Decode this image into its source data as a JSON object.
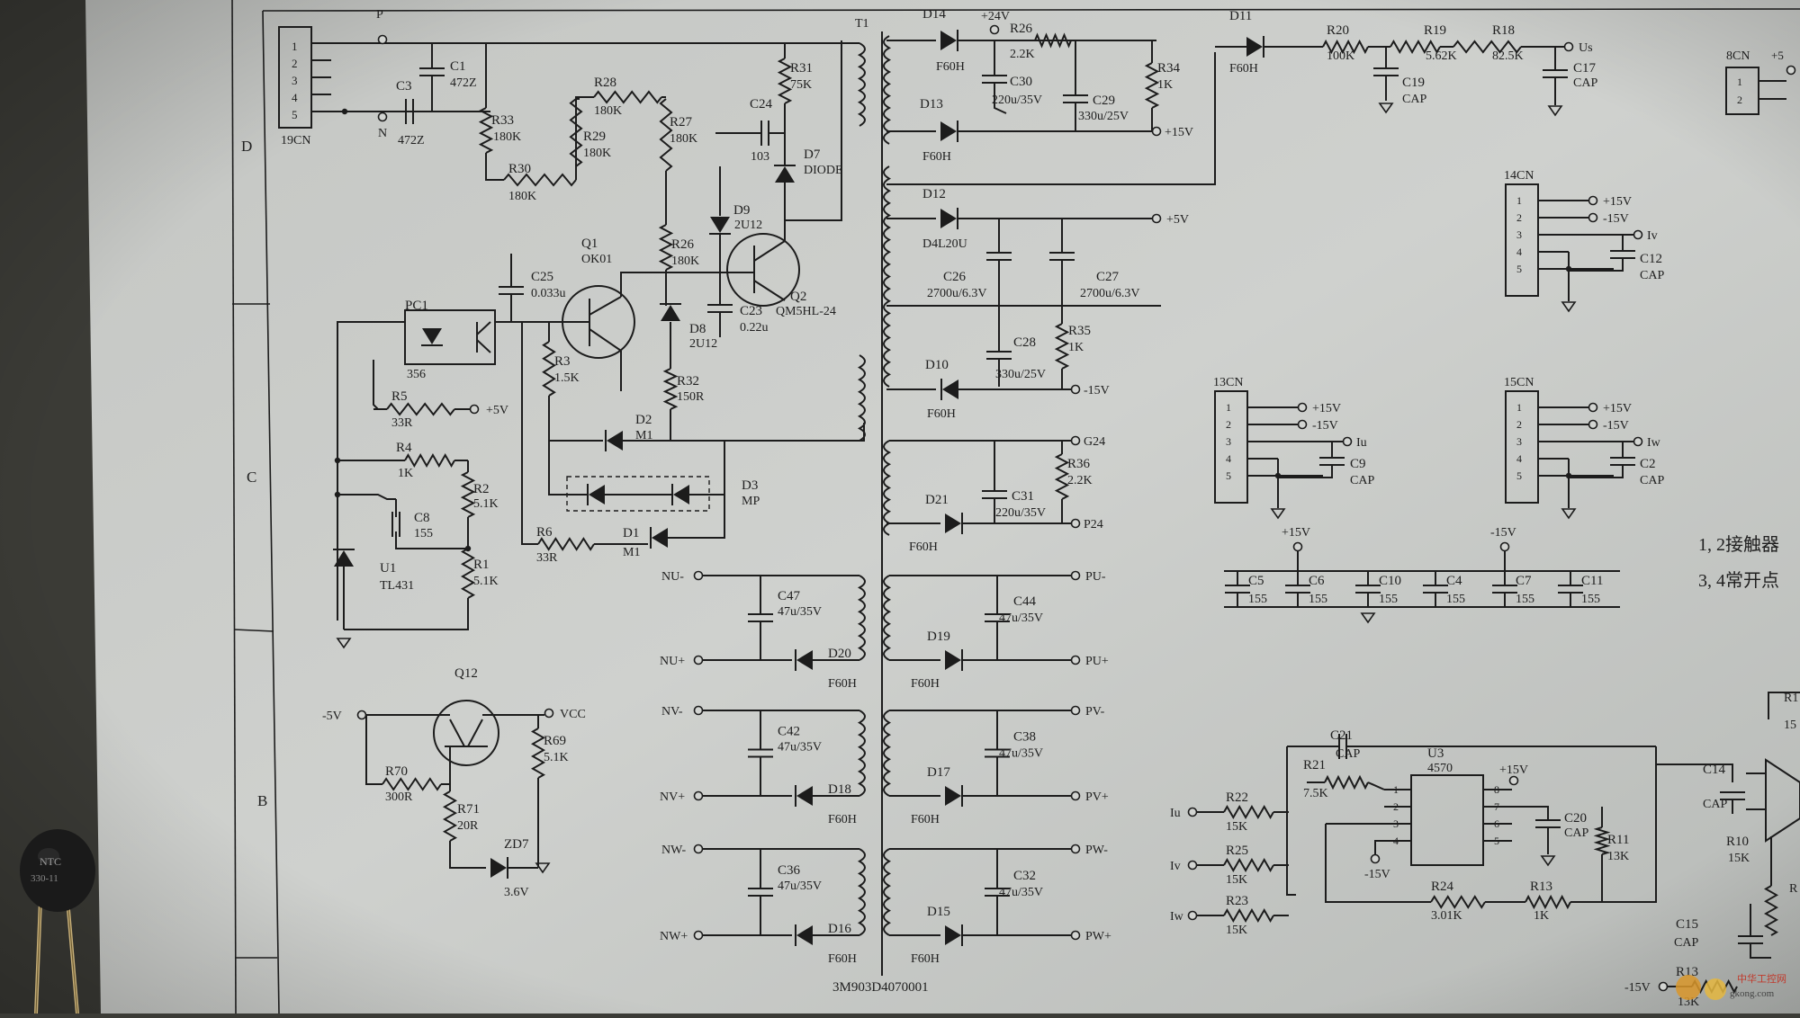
{
  "colors": {
    "paper": "#c9cbc8",
    "ink": "#1c1c1c",
    "table": "#3b3b36",
    "ntc": "#1a1a1a"
  },
  "border_letters": [
    "D",
    "C",
    "B"
  ],
  "header": {
    "P": "P",
    "N": "N",
    "T1": "T1",
    "plus24": "+24V",
    "sn": "8CN",
    "sn_pins": [
      "1",
      "2"
    ],
    "plus_right": "+5"
  },
  "cn19": {
    "name": "19CN",
    "pins": [
      "1",
      "2",
      "3",
      "4",
      "5"
    ]
  },
  "components": {
    "C1": [
      "C1",
      "472Z"
    ],
    "C3": [
      "C3",
      "472Z"
    ],
    "R33": [
      "R33",
      "180K"
    ],
    "R30": [
      "R30",
      "180K"
    ],
    "R28": [
      "R28",
      "180K"
    ],
    "R29": [
      "R29",
      "180K"
    ],
    "R27": [
      "R27",
      "180K"
    ],
    "R26": [
      "R26",
      "180K"
    ],
    "R31": [
      "R31",
      "75K"
    ],
    "C24": [
      "C24",
      "103"
    ],
    "D7": [
      "D7",
      "DIODE"
    ],
    "D9": [
      "D9",
      "2U12"
    ],
    "D8": [
      "D8",
      "2U12"
    ],
    "C23": [
      "C23",
      "0.22u"
    ],
    "Q1": [
      "Q1",
      "OK01"
    ],
    "Q2": [
      "Q2",
      "QM5HL-24"
    ],
    "C25": [
      "C25",
      "0.033u"
    ],
    "PC1": [
      "PC1",
      "356"
    ],
    "R3": [
      "R3",
      "1.5K"
    ],
    "R32": [
      "R32",
      "150R"
    ],
    "R5": [
      "R5",
      "33R"
    ],
    "R4": [
      "R4",
      "1K"
    ],
    "R2": [
      "R2",
      "5.1K"
    ],
    "C8": [
      "C8",
      "155"
    ],
    "U1": [
      "U1",
      "TL431"
    ],
    "R1": [
      "R1",
      "5.1K"
    ],
    "R6": [
      "R6",
      "33R"
    ],
    "D1": [
      "D1",
      "M1"
    ],
    "D2": [
      "D2",
      "M1"
    ],
    "D3": [
      "D3",
      "MP"
    ],
    "Q12": [
      "Q12",
      ""
    ],
    "R70": [
      "R70",
      "300R"
    ],
    "R71": [
      "R71",
      "20R"
    ],
    "ZD7": [
      "ZD7",
      "3.6V"
    ],
    "R69": [
      "R69",
      "5.1K"
    ],
    "D14": [
      "D14",
      "F60H"
    ],
    "R26b": [
      "R26",
      "2.2K"
    ],
    "C30": [
      "C30",
      "220u/35V"
    ],
    "C29": [
      "C29",
      "330u/25V"
    ],
    "R34": [
      "R34",
      "1K"
    ],
    "D13": [
      "D13",
      "F60H"
    ],
    "D12": [
      "D12",
      "D4L20U"
    ],
    "C26": [
      "C26",
      "2700u/6.3V"
    ],
    "C27": [
      "C27",
      "2700u/6.3V"
    ],
    "C28": [
      "C28",
      "330u/25V"
    ],
    "R35": [
      "R35",
      "1K"
    ],
    "D10": [
      "D10",
      "F60H"
    ],
    "C31": [
      "C31",
      "220u/35V"
    ],
    "R36": [
      "R36",
      "2.2K"
    ],
    "D21": [
      "D21",
      "F60H"
    ],
    "C47": [
      "C47",
      "47u/35V"
    ],
    "D20": [
      "D20",
      "F60H"
    ],
    "C44": [
      "C44",
      "47u/35V"
    ],
    "D19": [
      "D19",
      "F60H"
    ],
    "C42": [
      "C42",
      "47u/35V"
    ],
    "D18": [
      "D18",
      "F60H"
    ],
    "C38": [
      "C38",
      "47u/35V"
    ],
    "D17": [
      "D17",
      "F60H"
    ],
    "C36": [
      "C36",
      "47u/35V"
    ],
    "D16": [
      "D16",
      "F60H"
    ],
    "C32": [
      "C32",
      "47u/35V"
    ],
    "D15": [
      "D15",
      "F60H"
    ],
    "D11": [
      "D11",
      "F60H"
    ],
    "R20": [
      "R20",
      "100K"
    ],
    "R19": [
      "R19",
      "5.62K"
    ],
    "R18": [
      "R18",
      "82.5K"
    ],
    "C19": [
      "C19",
      "CAP"
    ],
    "C17": [
      "C17",
      "CAP"
    ],
    "C12": [
      "C12",
      "CAP"
    ],
    "C9": [
      "C9",
      "CAP"
    ],
    "C2": [
      "C2",
      "CAP"
    ],
    "C5": [
      "C5",
      "155"
    ],
    "C6": [
      "C6",
      "155"
    ],
    "C10": [
      "C10",
      "155"
    ],
    "C4": [
      "C4",
      "155"
    ],
    "C7": [
      "C7",
      "155"
    ],
    "C11": [
      "C11",
      "155"
    ],
    "C21": [
      "C21",
      "CAP"
    ],
    "R21": [
      "R21",
      "7.5K"
    ],
    "U3": [
      "U3",
      "4570"
    ],
    "R22": [
      "R22",
      "15K"
    ],
    "R25": [
      "R25",
      "15K"
    ],
    "R23": [
      "R23",
      "15K"
    ],
    "R24": [
      "R24",
      "3.01K"
    ],
    "R13": [
      "R13",
      "1K"
    ],
    "R11": [
      "R11",
      "13K"
    ],
    "C20": [
      "C20",
      "CAP"
    ],
    "C14": [
      "C14",
      "CAP"
    ],
    "R10": [
      "R10",
      "15K"
    ],
    "C15": [
      "C15",
      "CAP"
    ],
    "R13r": [
      "R13",
      "13K"
    ]
  },
  "nets": {
    "plus15": "+15V",
    "minus15": "-15V",
    "plus5": "+5V",
    "G24": "G24",
    "P24": "P24",
    "Us": "Us",
    "NU_minus": "NU-",
    "NU_plus": "NU+",
    "NV_minus": "NV-",
    "NV_plus": "NV+",
    "NW_minus": "NW-",
    "NW_plus": "NW+",
    "PU_minus": "PU-",
    "PU_plus": "PU+",
    "PV_minus": "PV-",
    "PV_plus": "PV+",
    "PW_minus": "PW-",
    "PW_plus": "PW+",
    "VCC": "VCC",
    "minus5": "-5V",
    "Iu": "Iu",
    "Iv": "Iv",
    "Iw": "Iw",
    "m15b": "-15V"
  },
  "cn14": {
    "name": "14CN",
    "pins": [
      "1",
      "2",
      "3",
      "4",
      "5"
    ],
    "signals": [
      "+15V",
      "-15V",
      "Iv"
    ]
  },
  "cn13": {
    "name": "13CN",
    "pins": [
      "1",
      "2",
      "3",
      "4",
      "5"
    ],
    "signals": [
      "+15V",
      "-15V",
      "Iu"
    ]
  },
  "cn15": {
    "name": "15CN",
    "pins": [
      "1",
      "2",
      "3",
      "4",
      "5"
    ],
    "signals": [
      "+15V",
      "-15V",
      "Iw"
    ]
  },
  "u3_pins": [
    "1",
    "2",
    "3",
    "4",
    "8",
    "7",
    "6",
    "5"
  ],
  "notes": [
    "1, 2接触器",
    "3, 4常开点"
  ],
  "partial_right": [
    "R1",
    "15",
    "R"
  ],
  "part_number": "3M903D4070001",
  "ntc_label": [
    "NTC",
    "330-11"
  ],
  "watermark": {
    "site": "gkong.com",
    "sub": "中华工控网"
  }
}
